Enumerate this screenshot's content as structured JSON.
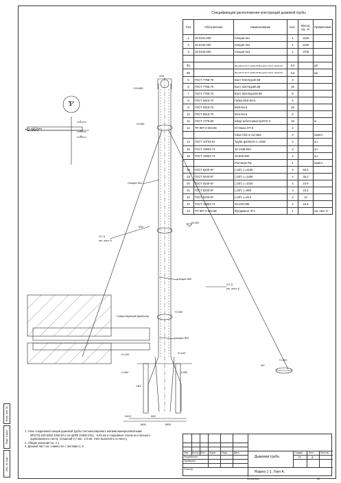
{
  "spec": {
    "title": "Спецификация расположения конструкций дымовой трубы",
    "headers": [
      "Поз",
      "Обозначение",
      "Наименование",
      "Кол.",
      "Масса, ед., кг.",
      "Примечание"
    ],
    "rows": [
      [
        "1",
        "16-0101.000",
        "Секция №1",
        "1",
        "1235",
        ""
      ],
      [
        "2",
        "16-0102.000",
        "Секция №2",
        "1",
        "1325",
        ""
      ],
      [
        "3",
        "16-0103.000",
        "Секция №3",
        "1",
        "1705",
        ""
      ],
      [
        "",
        "",
        "",
        "",
        "",
        ""
      ],
      [
        "Ф1",
        "",
        "BQ-ф5х3 ГОСТ 11945-95 BQ-ф5х3 ГОСТ 11946-95",
        "5.0",
        "",
        "м2"
      ],
      [
        "Ф2",
        "",
        "BQ-ф5х3 ГОСТ 11945-95 BQ-ф5х3 ГОСТ 11946-95",
        "0.6",
        "",
        "м2"
      ],
      [
        "5",
        "ГОСТ 7798-70",
        "Болт М16-6gх40.58",
        "4",
        "",
        ""
      ],
      [
        "6",
        "ГОСТ 7798-70",
        "Болт М20-6gх80.58",
        "16",
        "",
        ""
      ],
      [
        "7",
        "ГОСТ 7798-70",
        "Болт М24-6gх100.58",
        "8",
        "",
        ""
      ],
      [
        "8",
        "ГОСТ 5915-70",
        "Гайка М16-6Н.5",
        "4",
        "",
        ""
      ],
      [
        "9",
        "ГОСТ 5915-70",
        "М20-5Н.5",
        "16",
        "",
        ""
      ],
      [
        "10",
        "ГОСТ 5915-70",
        "М24-5Н.5",
        "8",
        "",
        ""
      ],
      [
        "11",
        "ГОСТ 1779-83",
        "Шнур асбестовый ШАОН 3",
        "18",
        "",
        "м"
      ],
      [
        "12",
        "ТП 907-2-263.86",
        "Оттяжка ОТ-5",
        "3",
        "",
        ""
      ],
      [
        "",
        "",
        "Свая СВ1 в составе",
        "4",
        "",
        "компл."
      ],
      [
        "14",
        "ГОСТ 10704-91",
        "Труба ф426х10 L=4150",
        "4",
        "",
        "шт."
      ],
      [
        "15",
        "ГОСТ 19903-74",
        "10-1338-553",
        "4",
        "",
        "шт."
      ],
      [
        "16",
        "ГОСТ 19903-74",
        "10-800-500",
        "4",
        "",
        "шт."
      ],
      [
        "",
        "",
        "Ростверк Рм",
        "1",
        "",
        "компл."
      ],
      [
        "18",
        "ГОСТ 8240-97",
        "[ 24П, L=2100",
        "4",
        "50.4",
        ""
      ],
      [
        "19",
        "ГОСТ 8240-97",
        "[ 24П, L=1456",
        "4",
        "35.2",
        ""
      ],
      [
        "20",
        "ГОСТ 8240-97",
        "[ 24П, L=1040",
        "4",
        "24.9",
        ""
      ],
      [
        "21",
        "ГОСТ 8240-97",
        "[ 24П, L=990",
        "4",
        "18.2",
        ""
      ],
      [
        "22",
        "ГОСТ 8240-97",
        "[ 24П, L=614",
        "4",
        "12",
        ""
      ],
      [
        "23",
        "ГОСТ 19903-74",
        "20-420-285",
        "4",
        "18.8",
        ""
      ],
      [
        "24",
        "ТП 907-2-263.86",
        "Фундамент Ф-1",
        "1",
        "",
        "см. лист 9"
      ]
    ]
  },
  "drawing": {
    "callout": "1",
    "elev_main": "+2.950**",
    "callout_nums": [
      "7",
      "10",
      "11"
    ],
    "section_labels": [
      "Секция №1",
      "Секция №2",
      "Секция №3"
    ],
    "dims": {
      "d_top": "426",
      "d_mid": "630",
      "s1": "900",
      "s2": "1800",
      "s3": "1800",
      "half": "1800",
      "left": "9420"
    },
    "elevations": {
      "top": "+29.800",
      "a": "+9.000",
      "b": "+5.000",
      "c": "+0.300",
      "d": "+0.100",
      "g": "+0.100",
      "e": "-0.900",
      "f": "-2.900",
      "h": "+1.900"
    },
    "guy": "ОТ-5",
    "guy_ref": "см. лист 8",
    "ground_label": "Существующий дымоход",
    "angle": "45°",
    "mark_pile": "СВ1"
  },
  "notes": [
    "1.   Узлы соединения секций дымовой трубы теплоизолировать матами минераловатными",
    "МП(ГО)-100-6000.1000.60-2 по ЦКЛИ 21880-2011 - 8.05 м2  и покрывные слоем из стального",
    "оцинкованного листа, толщиной 0,7 мм - 2.0 м2. Узел выполнять по месту.",
    "2.   Общие указания см. л.1.",
    "3.   Данный лист см. совместно с листами 4, 5."
  ],
  "stamp": {
    "title": "Дымовая труба",
    "subtitle": "Разрез 1-1. Узел А.",
    "stage_h": "Стадия",
    "sheet_h": "Лист",
    "sheets_h": "Листов",
    "stage": "П",
    "sheet": "3",
    "sheets": "",
    "cols": [
      "Изм.",
      "Кол.уч",
      "Лист",
      "№док.",
      "Подп.",
      "Дата"
    ],
    "roles": [
      "Разработал",
      "Проверил",
      "",
      "Н.контр."
    ],
    "copied": "Копировал",
    "format": "А3"
  },
  "side": {
    "inv": "Инв. № подл.",
    "sign": "Подп. и дата",
    "inv2": "Взам. инв. №"
  }
}
